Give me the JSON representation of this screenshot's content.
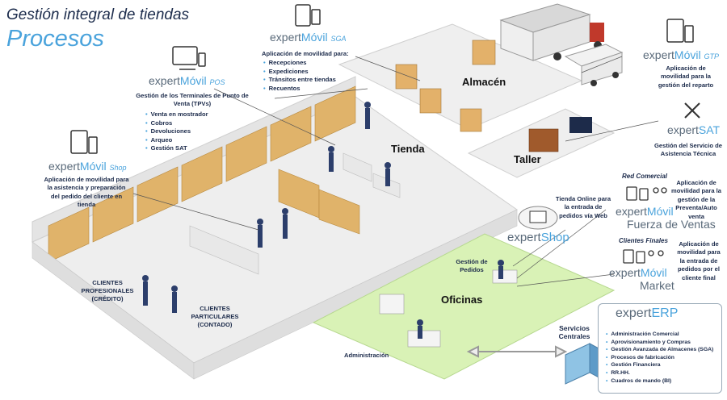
{
  "title": "Gestión integral de tiendas",
  "subtitle": "Procesos",
  "modules": {
    "sga": {
      "brand_a": "expert",
      "brand_b": "Móvil",
      "brand_sub": "SGA",
      "heading": "Aplicación de movilidad para:",
      "items": [
        "Recepciones",
        "Expediciones",
        "Tránsitos entre tiendas",
        "Recuentos"
      ]
    },
    "pos": {
      "brand_a": "expert",
      "brand_b": "Móvil",
      "brand_sub": "POS",
      "heading": "Gestión de los Terminales de Punto de Venta (TPVs)",
      "items": [
        "Venta en mostrador",
        "Cobros",
        "Devoluciones",
        "Arqueo",
        "Gestión SAT"
      ]
    },
    "shop_app": {
      "brand_a": "expert",
      "brand_b": "Móvil",
      "brand_sub": "Shop",
      "desc": "Aplicación de movilidad para la asistencia y preparación del pedido del cliente en tienda"
    },
    "gtp": {
      "brand_a": "expert",
      "brand_b": "Móvil",
      "brand_sub": "GTP",
      "desc": "Aplicación de movilidad para la gestión del reparto"
    },
    "sat": {
      "brand_a": "expert",
      "brand_b": "SAT",
      "desc": "Gestión del Servicio de Asistencia Técnica"
    },
    "expertshop": {
      "brand_a": "expert",
      "brand_b": "Shop",
      "desc": "Tienda Online para la entrada de pedidos vía Web"
    },
    "fuerza": {
      "group": "Red Comercial",
      "brand_a": "expert",
      "brand_b": "Móvil",
      "brand_sub": "Fuerza de Ventas",
      "desc": "Aplicación de movilidad para la gestión de la Preventa/Auto venta"
    },
    "market": {
      "group": "Clientes Finales",
      "brand_a": "expert",
      "brand_b": "Móvil",
      "brand_sub": "Market",
      "desc": "Aplicación de movilidad para la entrada de pedidos por el cliente final"
    }
  },
  "zones": {
    "almacen": "Almacén",
    "tienda": "Tienda",
    "taller": "Taller",
    "oficinas": "Oficinas"
  },
  "labels": {
    "clientes_prof": "CLIENTES PROFESIONALES (CRÉDITO)",
    "clientes_part": "CLIENTES PARTICULARES (CONTADO)",
    "gestion_pedidos": "Gestión de Pedidos",
    "administracion": "Administración",
    "servicios": "Servicios Centrales"
  },
  "erp": {
    "brand_a": "expert",
    "brand_b": "ERP",
    "items": [
      "Administración Comercial",
      "Aprovisionamiento y Compras",
      "Gestión Avanzada de Almacenes (SGA)",
      "Procesos de fabricación",
      "Gestión Financiera",
      "RR.HH.",
      "Cuadros de mando (BI)"
    ]
  },
  "colors": {
    "accent": "#4aa3dc",
    "floor": "#ececec",
    "wall": "#dcdcdc",
    "office": "#d9f2b6",
    "shelf": "#e0b36a"
  }
}
